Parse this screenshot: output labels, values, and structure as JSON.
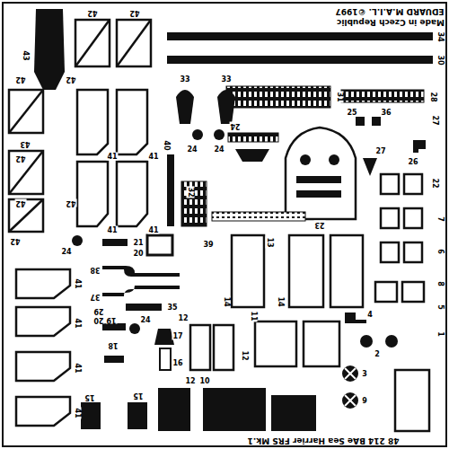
{
  "diagram": {
    "labels": [
      "EDUARD M.A.I.L. ©1997",
      "Made in Czech Republic",
      "42",
      "42",
      "43",
      "34",
      "30",
      "42",
      "42",
      "33",
      "33",
      "31",
      "28",
      "25",
      "36",
      "24",
      "27",
      "43",
      "40",
      "24",
      "24",
      "26",
      "27",
      "41",
      "41",
      "42",
      "32",
      "22",
      "42",
      "42",
      "41",
      "41",
      "23",
      "7",
      "24",
      "42",
      "21",
      "39",
      "20",
      "38",
      "13",
      "6",
      "41",
      "37",
      "14",
      "14",
      "8",
      "29",
      "19",
      "20",
      "35",
      "12",
      "24",
      "17",
      "4",
      "11",
      "5",
      "41",
      "18",
      "16",
      "12",
      "1",
      "2",
      "3",
      "41",
      "15",
      "15",
      "12",
      "10",
      "9",
      "41",
      "48 214 BAe Sea Harrier FRS Mk.1"
    ]
  }
}
